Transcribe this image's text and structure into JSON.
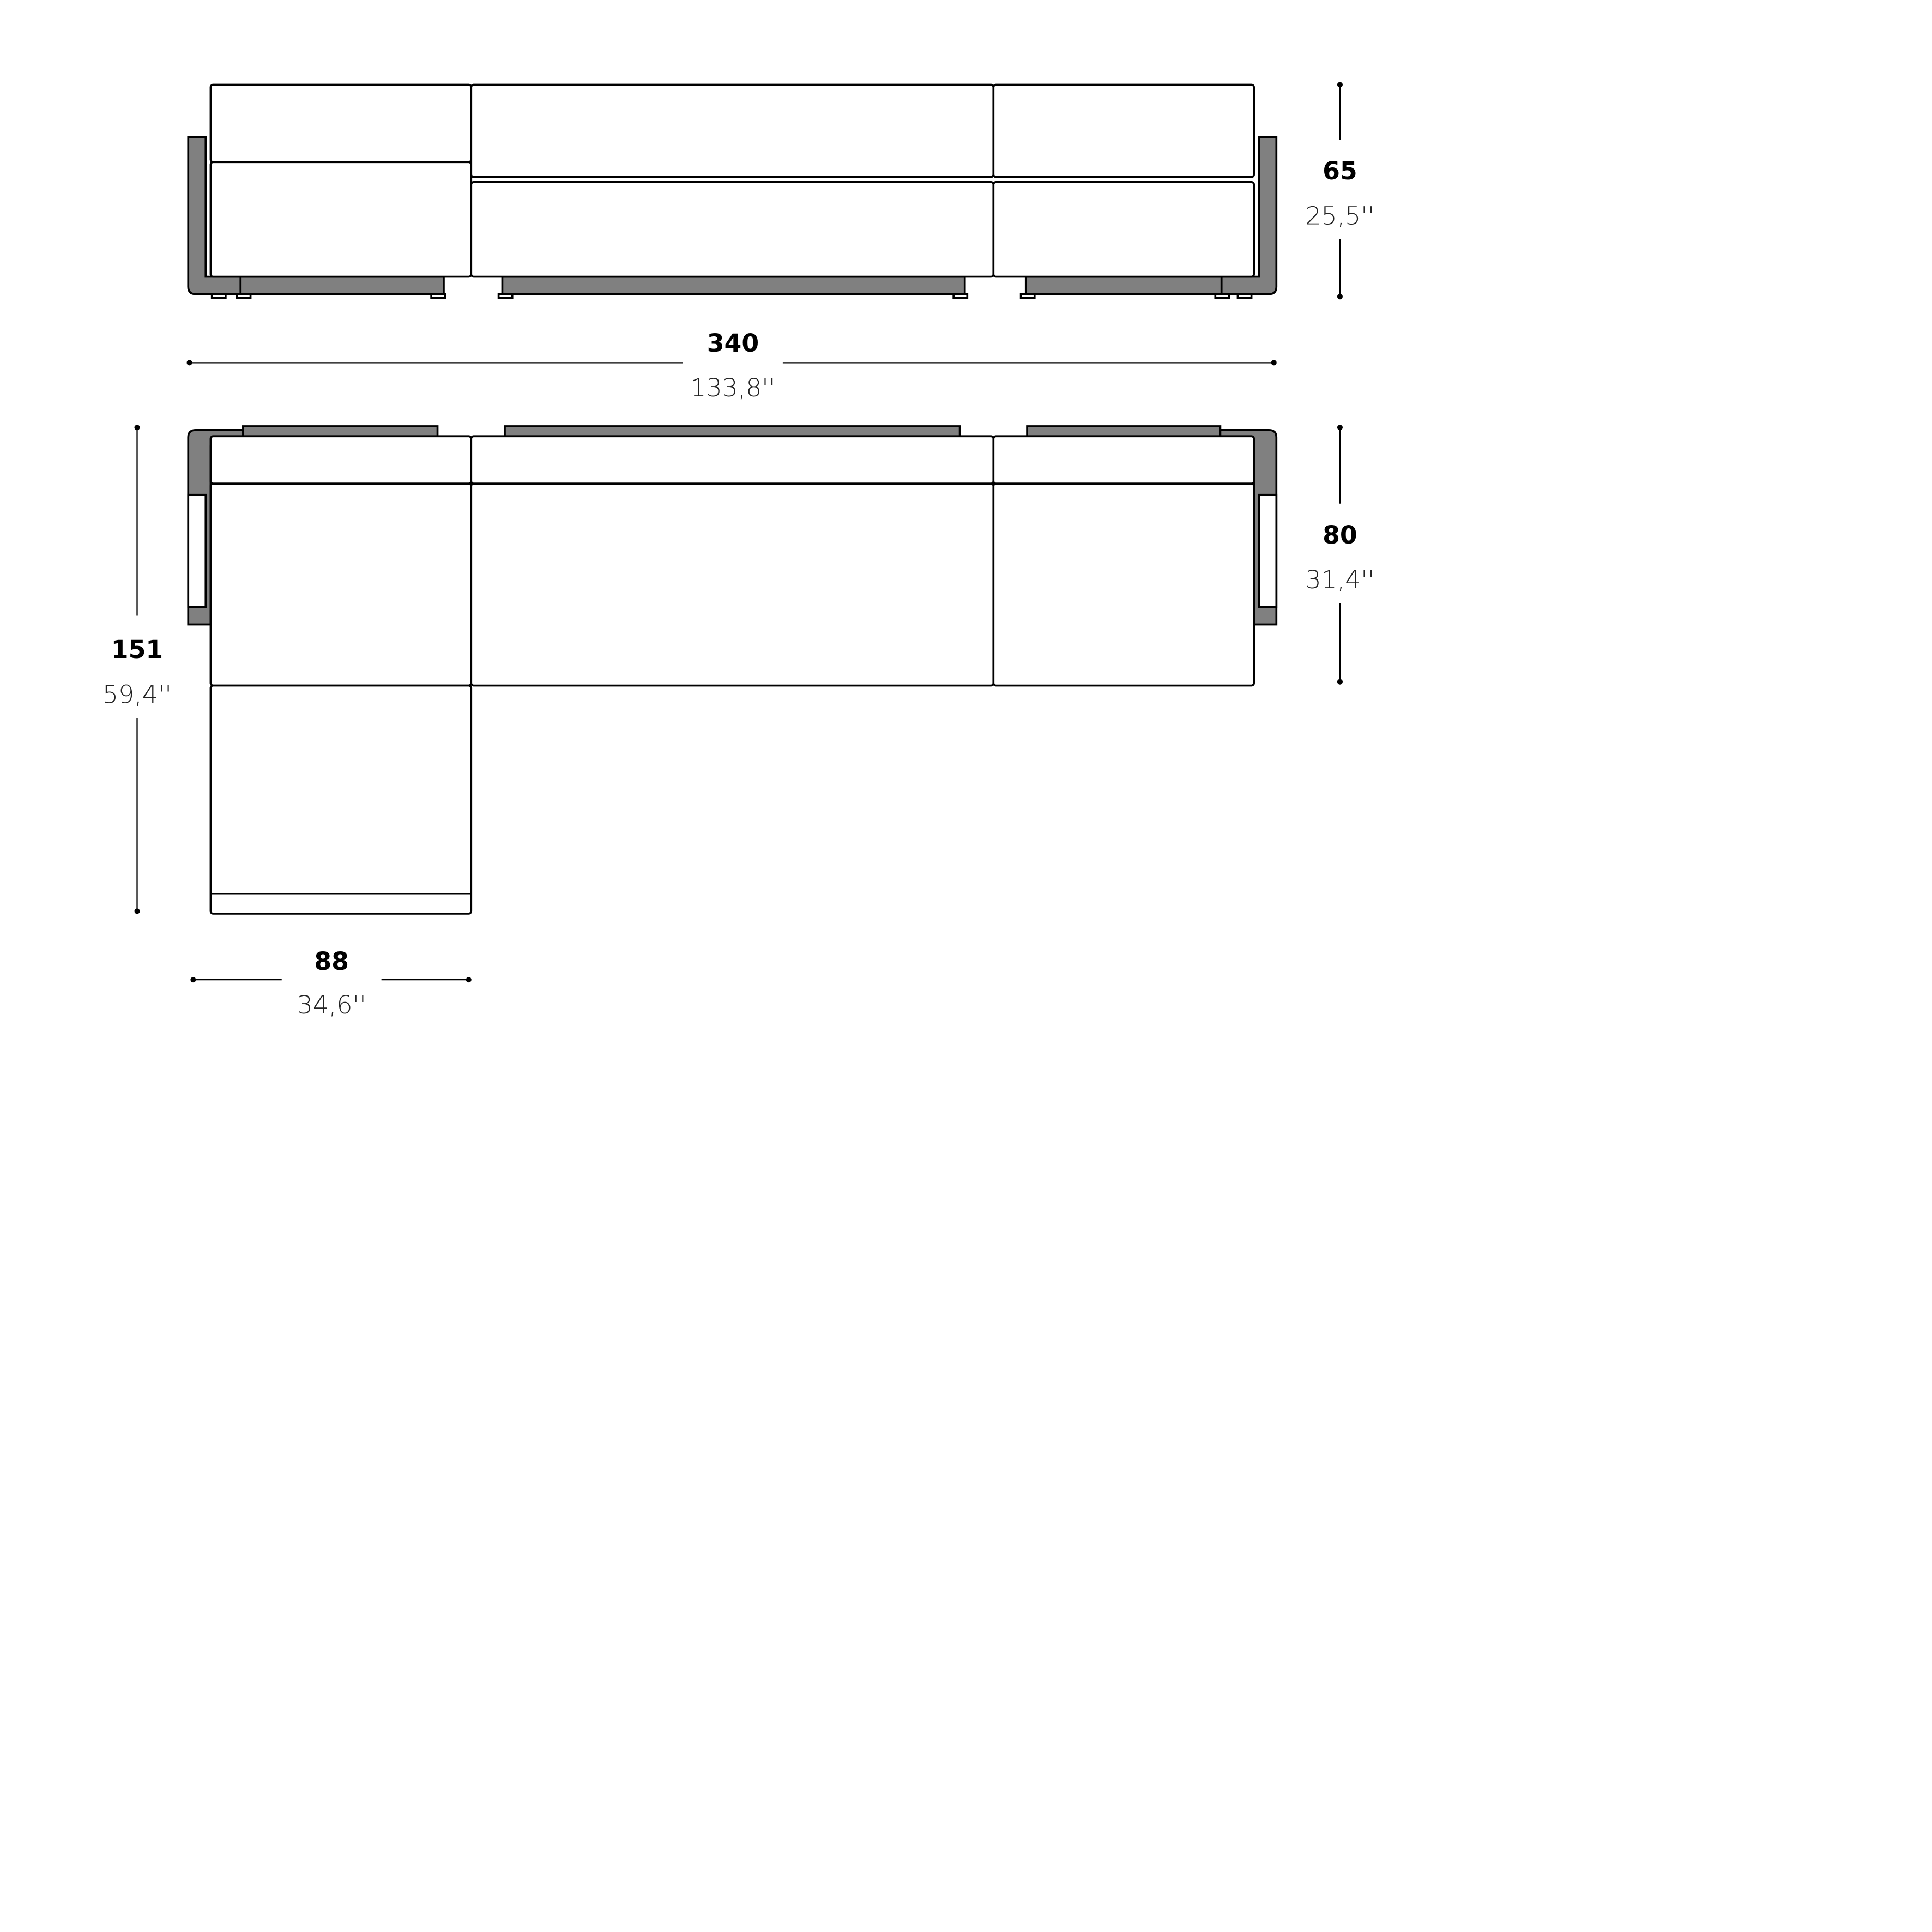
{
  "dimensions": {
    "height": {
      "cm": "65",
      "inch": "25,5''"
    },
    "width": {
      "cm": "340",
      "inch": "133,8''"
    },
    "total_depth": {
      "cm": "151",
      "inch": "59,4''"
    },
    "seat_depth": {
      "cm": "80",
      "inch": "31,4''"
    },
    "chaise_width": {
      "cm": "88",
      "inch": "34,6''"
    }
  },
  "colors": {
    "frame": "#808080",
    "line": "#000000",
    "cushion": "#ffffff"
  }
}
